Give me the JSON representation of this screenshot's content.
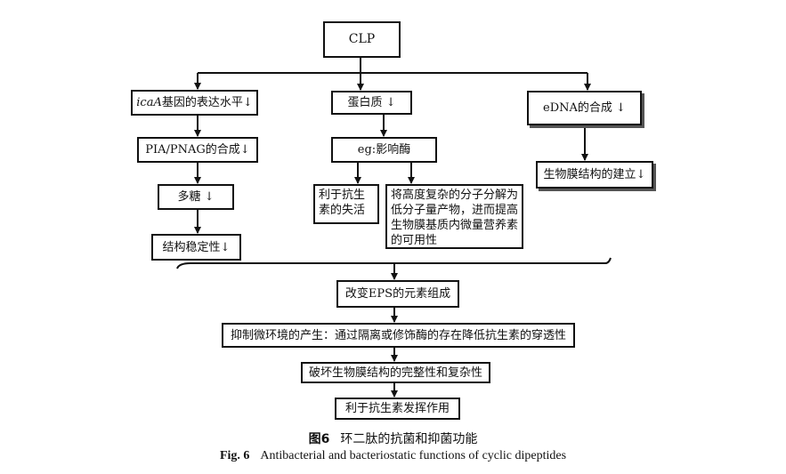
{
  "nodes": {
    "clp": "CLP",
    "ica_italic": "icaA",
    "ica_rest": "基因的表达水平↓",
    "protein": "蛋白质 ↓",
    "edna": "eDNA的合成 ↓",
    "pia": "PIA/PNAG的合成↓",
    "eg": "eg:影响酶",
    "biofilm_build": "生物膜结构的建立↓",
    "polysaccharide": "多糖 ↓",
    "antibiotic_inactivation": "利于抗生素的失活",
    "decompose": "将高度复杂的分子分解为低分子量产物，进而提高生物膜基质内微量营养素的可用性",
    "stability": "结构稳定性↓",
    "eps": "改变EPS的元素组成",
    "microenv": "抑制微环境的产生：通过隔离或修饰酶的存在降低抗生素的穿透性",
    "destroy": "破坏生物膜结构的完整性和复杂性",
    "effect": "利于抗生素发挥作用"
  },
  "caption": {
    "cn_label": "图6",
    "cn_text": "环二肽的抗菌和抑菌功能",
    "en_label": "Fig. 6",
    "en_text": "Antibacterial and bacteriostatic functions of cyclic dipeptides"
  }
}
